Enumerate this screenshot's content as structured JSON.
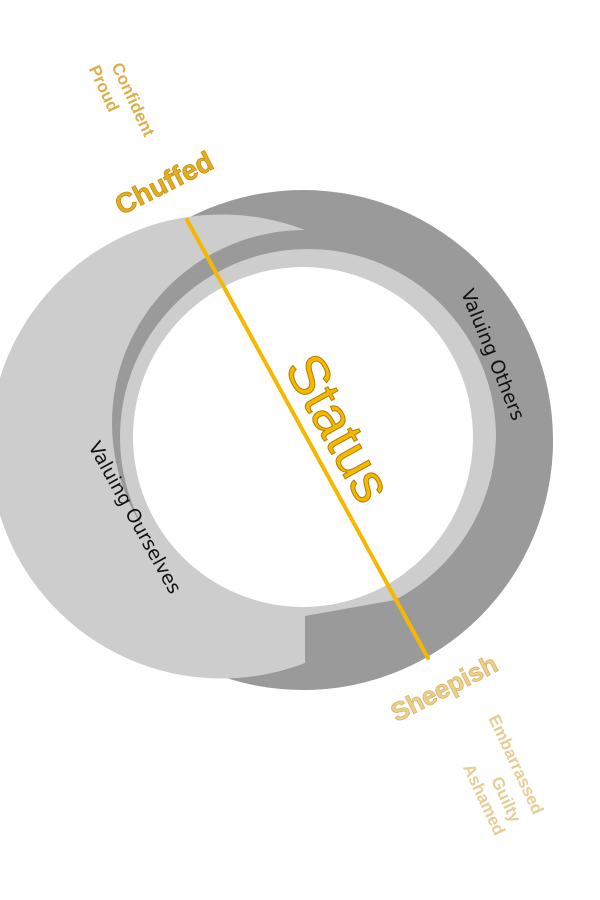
{
  "center_label": "Status",
  "outer_labels": {
    "right": "Valuing Others",
    "left": "Valuing Ourselves"
  },
  "top": {
    "primary": "Chuffed",
    "secondary": [
      "Confident",
      "Proud"
    ]
  },
  "bottom": {
    "primary": "Sheepish",
    "secondary": [
      "Embarrassed",
      "Guilty",
      "Ashamed"
    ]
  },
  "colors": {
    "outer_ring": "#9a9a9a",
    "inner_ring": "#cdcdcd",
    "axis": "#f5b800",
    "top_text": "#e3ad22",
    "top_secondary_text": "#dbb04a",
    "bottom_text": "#ecd08a",
    "bottom_secondary_text": "#e6cd96",
    "dark_text": "#111111"
  }
}
